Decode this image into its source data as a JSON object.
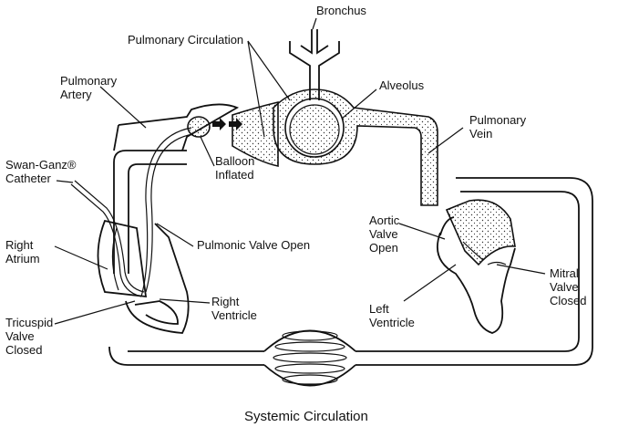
{
  "labels": {
    "bronchus": "Bronchus",
    "pulmonary_circulation": "Pulmonary Circulation",
    "alveolus": "Alveolus",
    "pulmonary_artery_1": "Pulmonary",
    "pulmonary_artery_2": "Artery",
    "pulmonary_vein_1": "Pulmonary",
    "pulmonary_vein_2": "Vein",
    "swan_ganz_1": "Swan-Ganz®",
    "swan_ganz_2": "Catheter",
    "balloon_1": "Balloon",
    "balloon_2": "Inflated",
    "right_atrium_1": "Right",
    "right_atrium_2": "Atrium",
    "pulmonic_valve": "Pulmonic Valve Open",
    "right_ventricle_1": "Right",
    "right_ventricle_2": "Ventricle",
    "tricuspid_1": "Tricuspid",
    "tricuspid_2": "Valve",
    "tricuspid_3": "Closed",
    "aortic_1": "Aortic",
    "aortic_2": "Valve",
    "aortic_3": "Open",
    "left_ventricle_1": "Left",
    "left_ventricle_2": "Ventricle",
    "mitral_1": "Mitral",
    "mitral_2": "Valve",
    "mitral_3": "Closed",
    "systemic_circulation": "Systemic Circulation"
  }
}
